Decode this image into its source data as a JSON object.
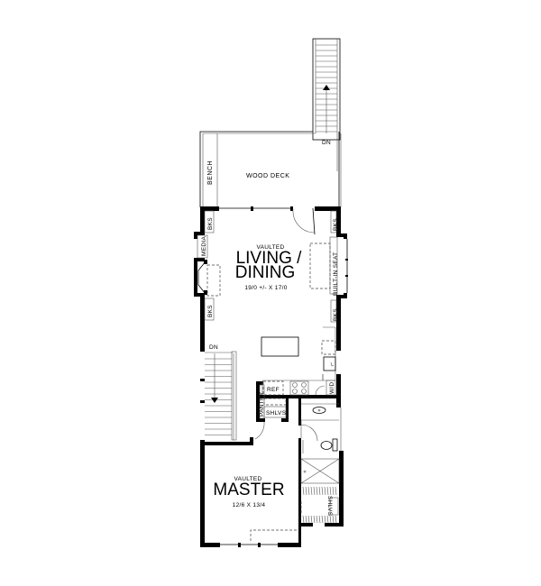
{
  "plan": {
    "rooms": {
      "deck": {
        "name": "WOOD DECK"
      },
      "bench": {
        "name": "BENCH"
      },
      "living": {
        "qualifier": "VAULTED",
        "name_line1": "LIVING /",
        "name_line2": "DINING",
        "dimensions": "19/0 +/- X 17/0"
      },
      "master": {
        "qualifier": "VAULTED",
        "name": "MASTER",
        "dimensions": "12/6 X 13/4"
      }
    },
    "labels": {
      "bks_left_top": "BKS",
      "media": "MEDIA",
      "bks_left_bottom": "BKS",
      "bks_right_top": "BKS",
      "built_in_seat": "BUILT-IN SEAT",
      "bks_right_bottom": "BKS",
      "ref": "REF",
      "pantry": "PANTRY",
      "shlvs_pantry": "SHLVS",
      "wd": "W/D",
      "shlvs_closet": "SHLVS",
      "stair_exterior_dn": "DN",
      "stair_interior_dn": "DN"
    },
    "colors": {
      "ink": "#000000",
      "paper": "#ffffff"
    }
  }
}
